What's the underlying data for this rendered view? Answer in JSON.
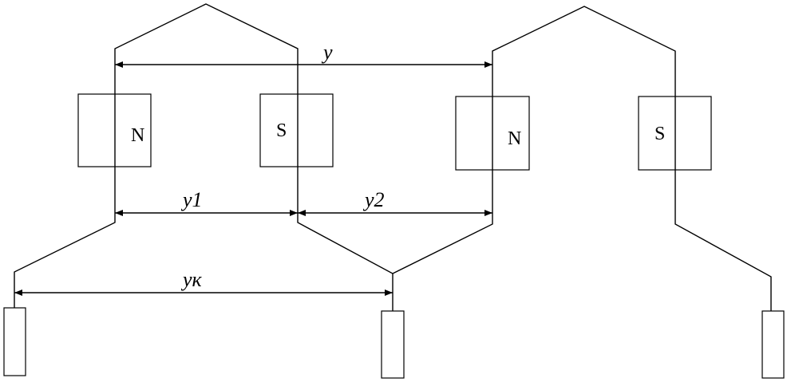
{
  "poles": [
    {
      "label": "N"
    },
    {
      "label": "S"
    },
    {
      "label": "N"
    },
    {
      "label": "S"
    }
  ],
  "dimensions": {
    "y": "y",
    "y1": "y1",
    "y2": "y2",
    "yk": "yк"
  }
}
